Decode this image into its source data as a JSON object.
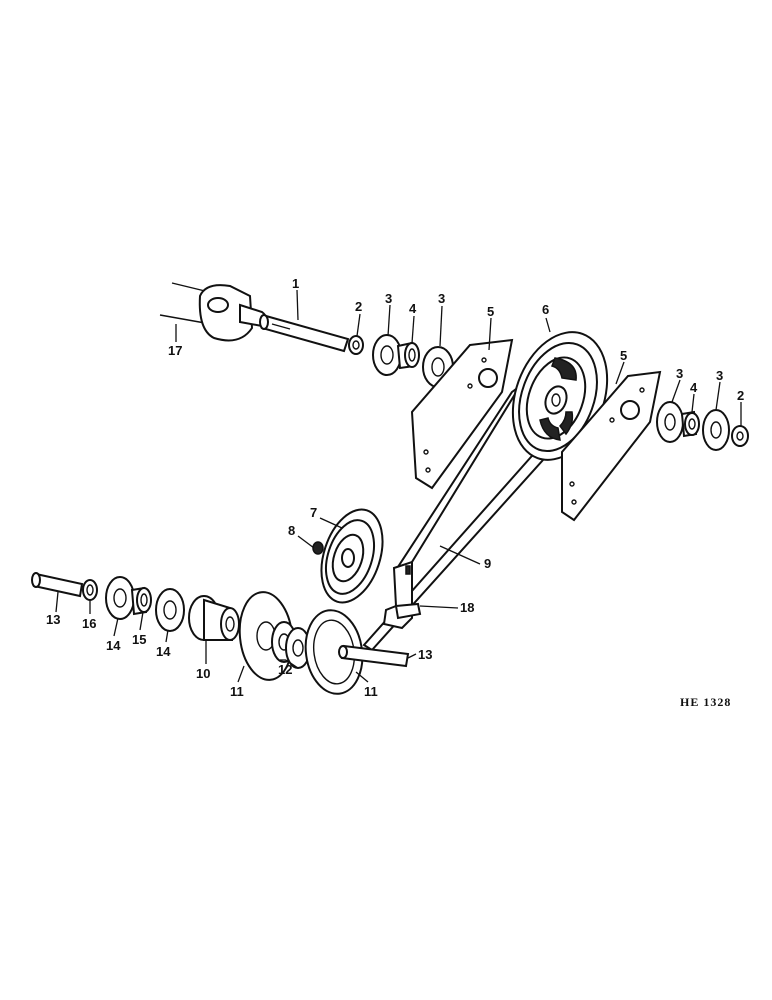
{
  "callouts": {
    "c1": "1",
    "c2a": "2",
    "c2b": "2",
    "c3a": "3",
    "c3b": "3",
    "c3c": "3",
    "c3d": "3",
    "c4a": "4",
    "c4b": "4",
    "c5a": "5",
    "c5b": "5",
    "c6": "6",
    "c7": "7",
    "c8": "8",
    "c9": "9",
    "c10": "10",
    "c11a": "11",
    "c11b": "11",
    "c12": "12",
    "c13a": "13",
    "c13b": "13",
    "c14a": "14",
    "c14b": "14",
    "c15": "15",
    "c16": "16",
    "c17": "17",
    "c18": "18"
  },
  "figure_code": "HE 1328"
}
